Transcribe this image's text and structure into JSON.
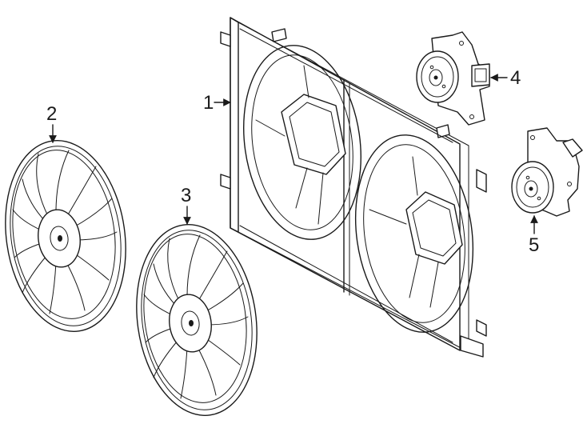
{
  "callouts": {
    "c1": "1",
    "c2": "2",
    "c3": "3",
    "c4": "4",
    "c5": "5"
  },
  "parts": [
    {
      "callout": "1",
      "icon": "fan-shroud-icon"
    },
    {
      "callout": "2",
      "icon": "fan-blade-icon"
    },
    {
      "callout": "3",
      "icon": "fan-blade-icon"
    },
    {
      "callout": "4",
      "icon": "fan-motor-icon"
    },
    {
      "callout": "5",
      "icon": "fan-motor-icon"
    }
  ],
  "colors": {
    "line": "#1a1a1a",
    "background": "#ffffff"
  }
}
